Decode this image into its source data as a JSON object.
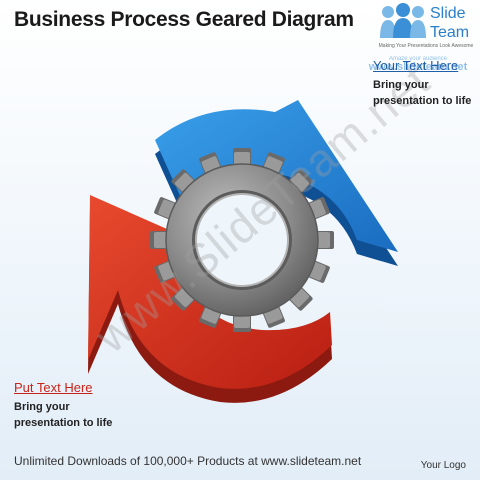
{
  "title": "Business Process Geared Diagram",
  "logo": {
    "name_line1": "Slide",
    "name_line2": "Team",
    "tagline": "Making Your Presentations Look Awesome"
  },
  "watermark_small": {
    "line1": "Amaze your audience",
    "line2": "www.slideteam.net"
  },
  "watermark_big": "www.SlideTeam.net",
  "callouts": [
    {
      "heading": "Your Text Here",
      "body_line1": "Bring your",
      "body_line2": "presentation to life",
      "color": "#1f5fa8"
    },
    {
      "heading": "Put Text Here",
      "body_line1": "Bring your",
      "body_line2": "presentation to life",
      "color": "#c8251a"
    }
  ],
  "diagram": {
    "arrows": [
      {
        "name": "blue-arrow",
        "color": "#2a8bd8"
      },
      {
        "name": "red-arrow",
        "color": "#d6321e"
      }
    ],
    "gear_color": "#8c8c8c"
  },
  "footer": "Unlimited Downloads of 100,000+ Products at www.slideteam.net",
  "logo_placeholder": "Your Logo"
}
